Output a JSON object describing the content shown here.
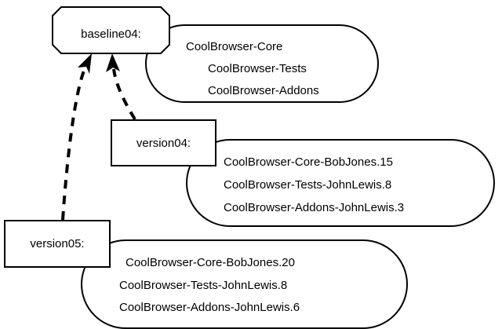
{
  "diagram": {
    "type": "version-history-diagram",
    "background_color": "#ffffff",
    "line_color": "#000000",
    "nodes": [
      {
        "id": "baseline04",
        "label": "baseline04:",
        "shape": "octagon",
        "contents": [
          "CoolBrowser-Core",
          "CoolBrowser-Tests",
          "CoolBrowser-Addons"
        ]
      },
      {
        "id": "version04",
        "label": "version04:",
        "shape": "rectangle",
        "contents": [
          "CoolBrowser-Core-BobJones.15",
          "CoolBrowser-Tests-JohnLewis.8",
          "CoolBrowser-Addons-JohnLewis.3"
        ]
      },
      {
        "id": "version05",
        "label": "version05:",
        "shape": "rectangle",
        "contents": [
          "CoolBrowser-Core-BobJones.20",
          "CoolBrowser-Tests-JohnLewis.8",
          "CoolBrowser-Addons-JohnLewis.6"
        ]
      }
    ],
    "edges": [
      {
        "id": "edge-version04-to-baseline04",
        "from": "version04",
        "to": "baseline04",
        "style": "dashed",
        "arrow": "filled-triangle"
      },
      {
        "id": "edge-version05-to-baseline04",
        "from": "version05",
        "to": "baseline04",
        "style": "dashed",
        "arrow": "filled-triangle"
      }
    ]
  }
}
